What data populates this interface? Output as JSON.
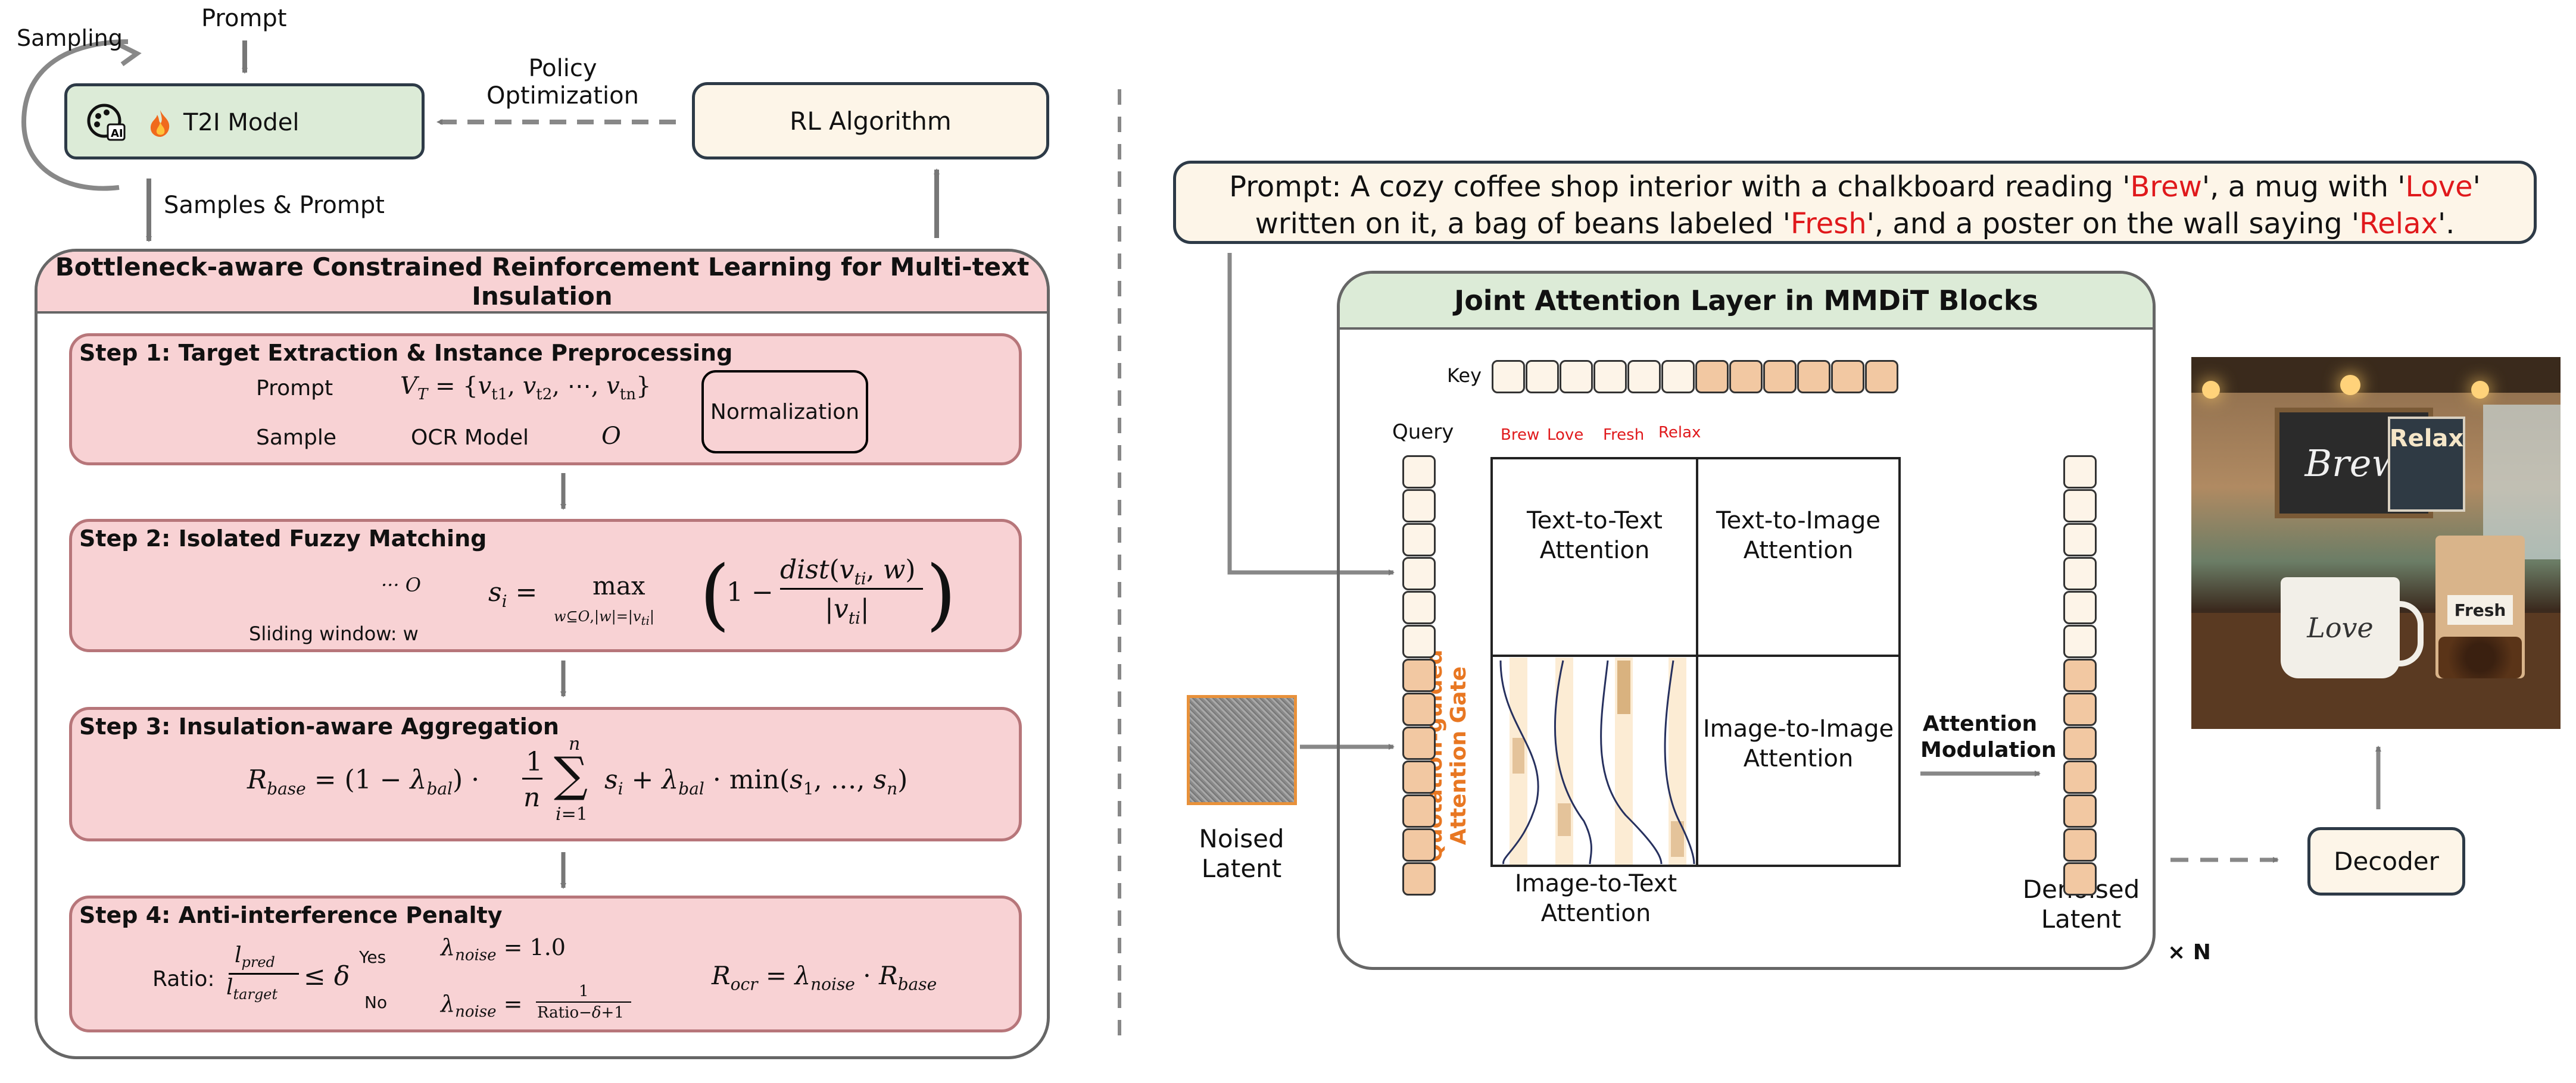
{
  "left_panel": {
    "sampling_label": "Sampling",
    "prompt_label": "Prompt",
    "t2i_model_label": "T2I Model",
    "policy_optimization_label": "Policy\nOptimization",
    "rl_algorithm_label": "RL Algorithm",
    "samples_prompt_label": "Samples & Prompt",
    "framework_title": "Bottleneck-aware Constrained Reinforcement Learning for Multi-text Insulation",
    "step1": {
      "title": "Step 1: Target Extraction & Instance Preprocessing",
      "prompt_word": "Prompt",
      "sample_word": "Sample",
      "ocr_model": "OCR Model",
      "normalization": "Normalization",
      "vt_formula": "V_T = {v_t1, v_t2, ···, v_tn}",
      "o_symbol": "O"
    },
    "step2": {
      "title": "Step 2: Isolated Fuzzy Matching",
      "window_label": "Sliding window: w",
      "dots": "··· O",
      "formula": "s_i = max_{w⊆O,|w|=|v_ti|} (1 − dist(v_ti, w) / |v_ti|)"
    },
    "step3": {
      "title": "Step 3: Insulation-aware Aggregation",
      "formula": "R_base = (1 − λ_bal) · (1/n) Σ_{i=1}^{n} s_i + λ_bal · min(s_1, …, s_n)"
    },
    "step4": {
      "title": "Step 4: Anti-interference Penalty",
      "ratio_label": "Ratio:",
      "yes": "Yes",
      "no": "No",
      "ratio_formula": "l_pred / l_target ≤ δ",
      "noise_yes": "λ_noise = 1.0",
      "noise_no": "λ_noise = 1 / (Ratio − δ + 1)",
      "result": "R_ocr = λ_noise · R_base"
    }
  },
  "right_panel": {
    "prompt_prefix": "Prompt:",
    "prompt_line1_a": "A cozy coffee shop interior with a chalkboard reading '",
    "word1": "Brew",
    "prompt_line1_b": "', a mug with '",
    "word2": "Love",
    "prompt_line1_c": "'",
    "prompt_line2_a": "written on it, a bag of beans labeled '",
    "word3": "Fresh",
    "prompt_line2_b": "', and a poster on the wall saying '",
    "word4": "Relax",
    "prompt_line2_c": "'.",
    "joint_attention_title": "Joint Attention Layer in MMDiT Blocks",
    "key_label": "Key",
    "query_label": "Query",
    "key_word_labels": [
      "Brew",
      "Love",
      "Fresh",
      "Relax"
    ],
    "t2t": "Text-to-Text\nAttention",
    "t2i": "Text-to-Image\nAttention",
    "i2i": "Image-to-Image\nAttention",
    "i2t": "Image-to-Text\nAttention",
    "gate_label": "Quotation-guided\nAttention Gate",
    "noised_latent": "Noised\nLatent",
    "attention_modulation": "Attention\nModulation",
    "denoised_latent": "Denoised\nLatent",
    "times_n": "× N",
    "decoder": "Decoder",
    "image_words": {
      "brew": "Brew",
      "relax": "Relax",
      "love": "Love",
      "fresh": "Fresh"
    }
  },
  "colors": {
    "model_green": "#dcebd7",
    "cream": "#fdf5e8",
    "pink": "#f8d2d4",
    "accent_orange": "#e87722",
    "prompt_red": "#e0191c"
  }
}
